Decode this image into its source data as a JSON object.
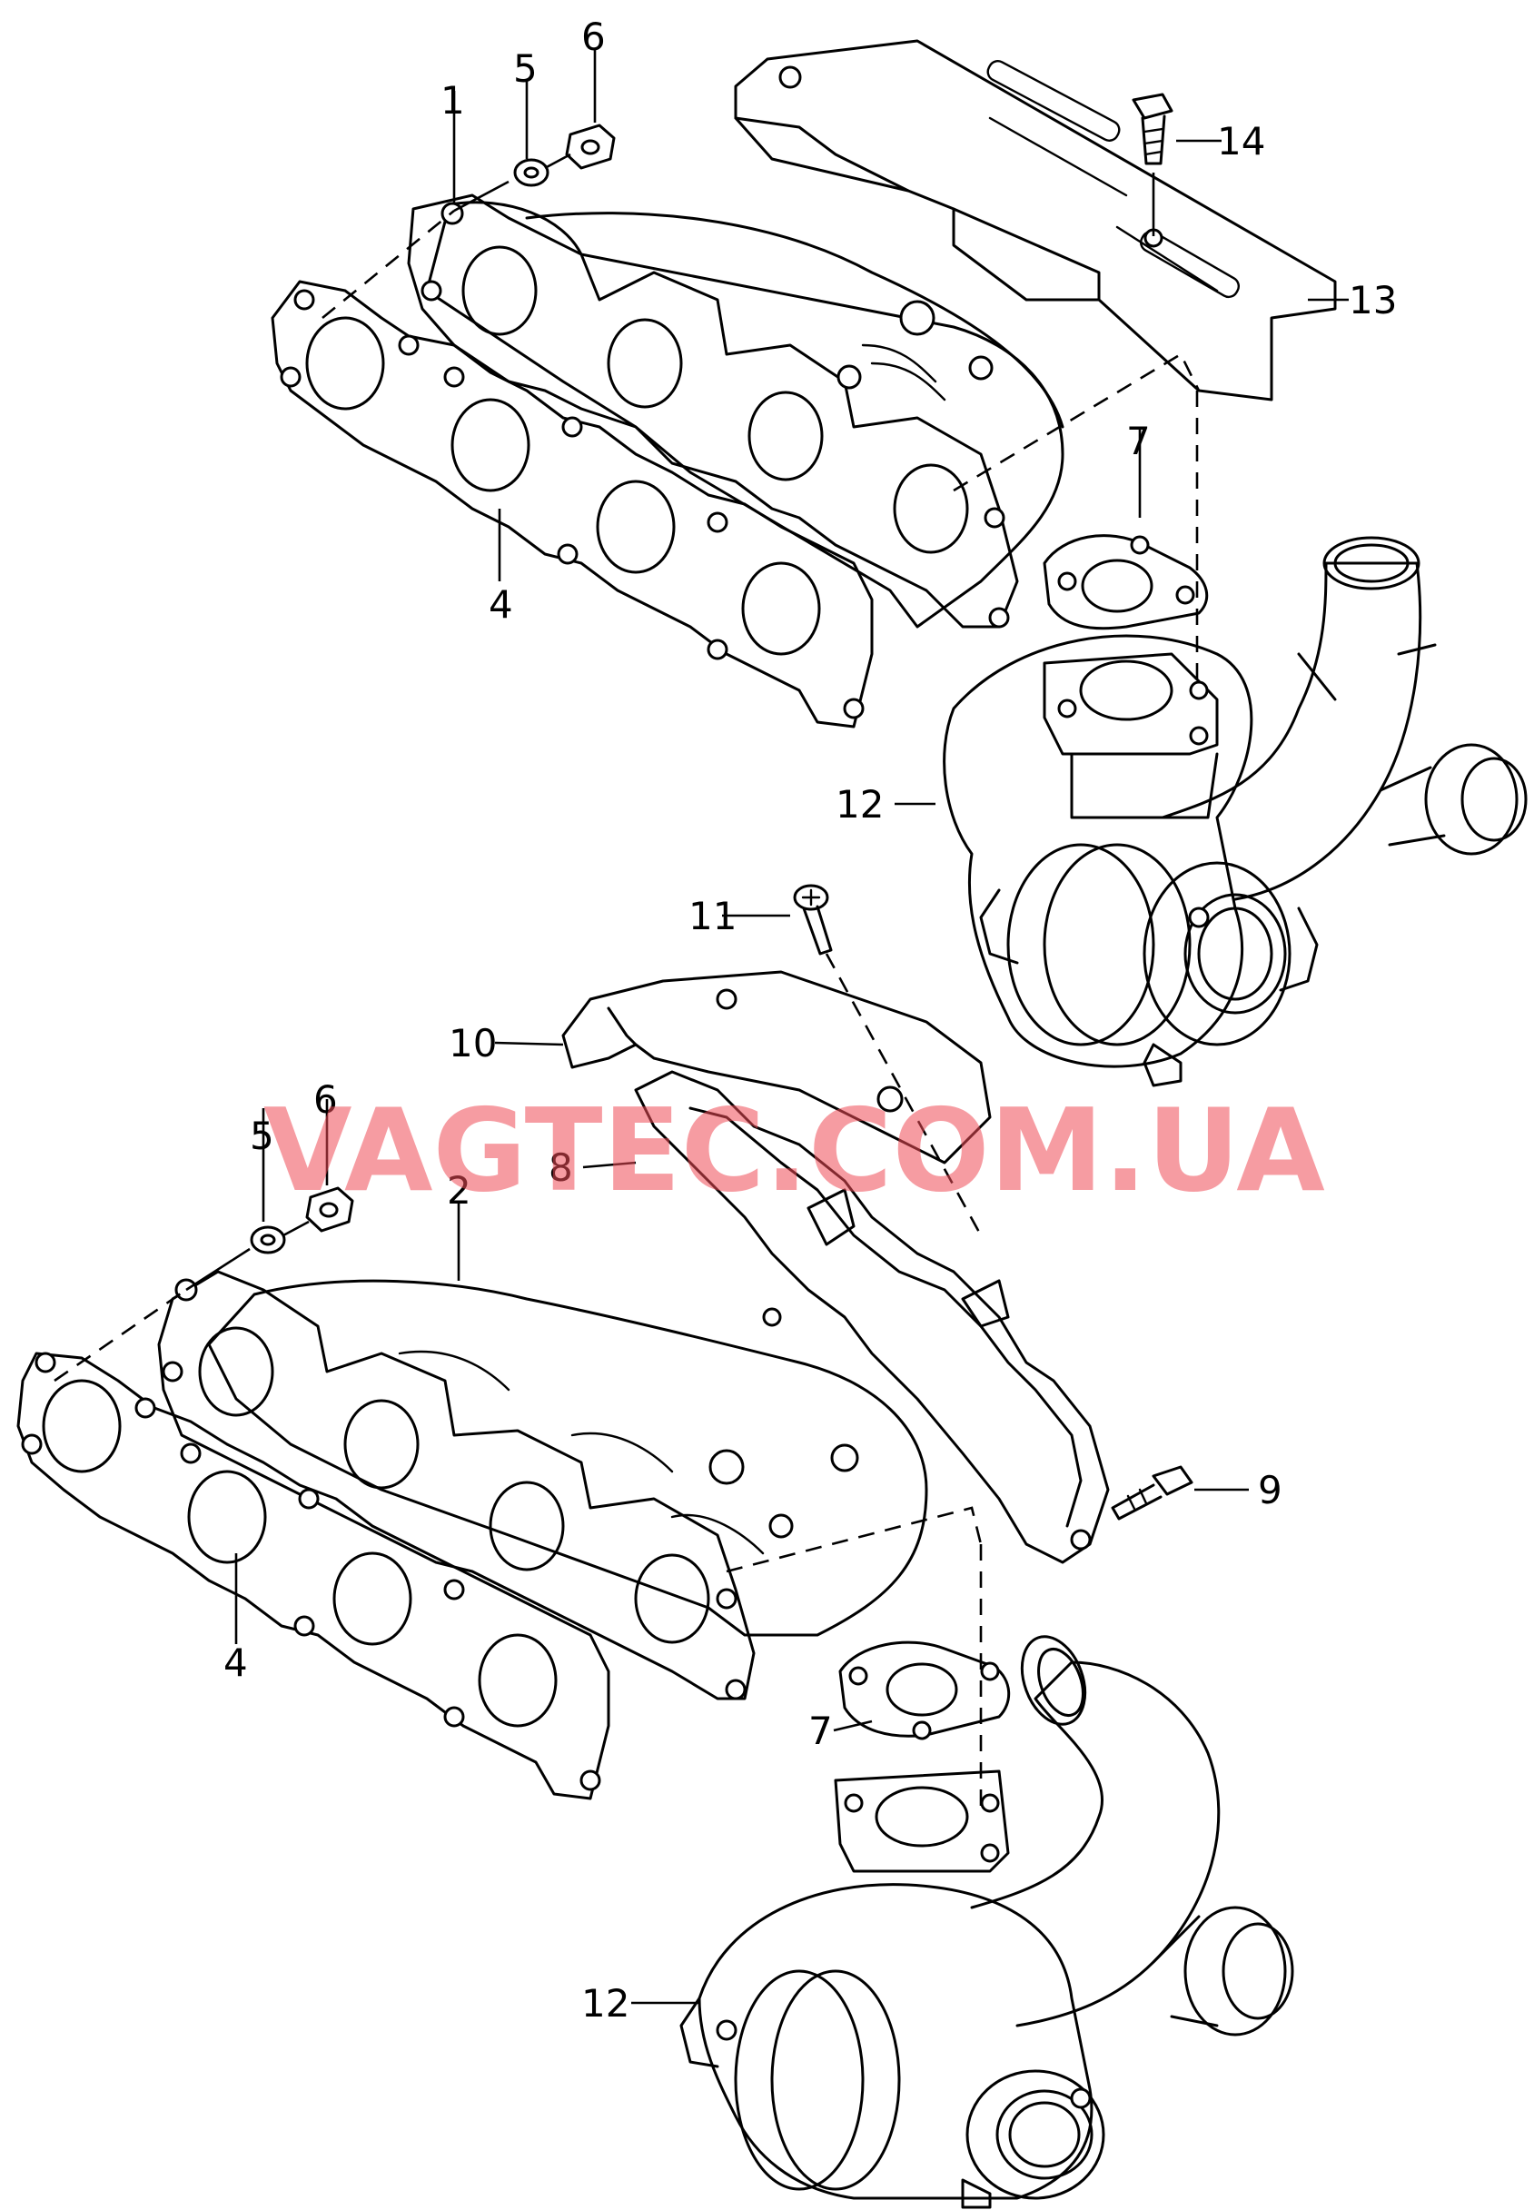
{
  "watermark": "VAGTEC.COM.UA",
  "colors": {
    "line": "#000000",
    "watermark": "#ee4b55",
    "background": "#ffffff"
  },
  "callouts": {
    "c1": "1",
    "c2": "2",
    "c4a": "4",
    "c4b": "4",
    "c5a": "5",
    "c5b": "5",
    "c6a": "6",
    "c6b": "6",
    "c7a": "7",
    "c7b": "7",
    "c8": "8",
    "c9": "9",
    "c10": "10",
    "c11": "11",
    "c12a": "12",
    "c12b": "12",
    "c13": "13",
    "c14": "14"
  }
}
